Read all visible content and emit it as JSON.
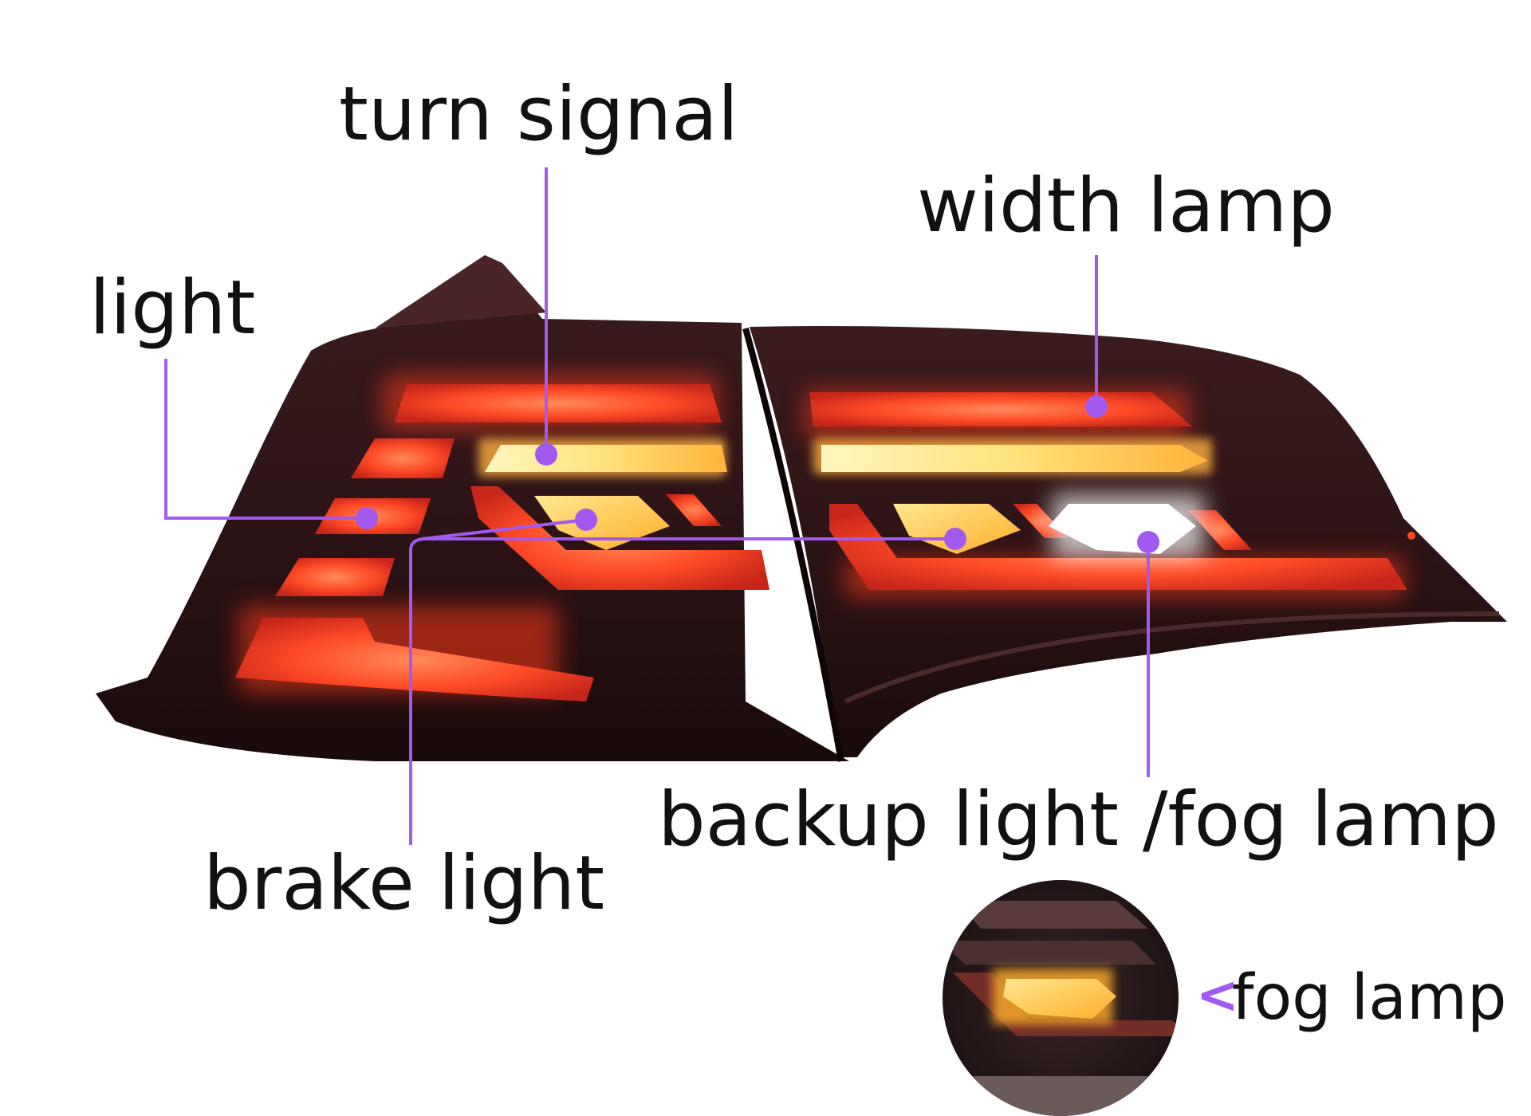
{
  "labels": {
    "turn_signal": "turn signal",
    "width_lamp": "width lamp",
    "light": "light",
    "brake_light": "brake light",
    "backup_fog": "backup light /fog lamp",
    "inset_arrow": "<",
    "inset_fog": "fog lamp"
  },
  "colors": {
    "leader": "#a259f0",
    "dot": "#a259f0",
    "housing": "#2a1416",
    "led_red": "#ff5a34",
    "led_amber": "#ffd04a",
    "led_white": "#ffffff"
  }
}
